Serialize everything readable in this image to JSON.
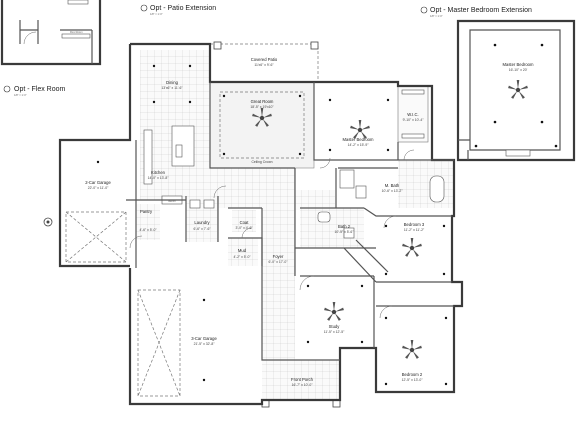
{
  "titles": {
    "patio": "Opt - Patio Extension",
    "master": "Opt - Master Bedroom Extension",
    "flex": "Opt - Flex Room",
    "scale": "1/8\" = 1'-0\""
  },
  "rooms": {
    "covered_patio": {
      "name": "Covered Patio",
      "dim": "11'x6\" x 9'-6\""
    },
    "dining": {
      "name": "Dining",
      "dim": "13'x6\" x 11'-6\""
    },
    "great_room": {
      "name": "Great Room",
      "dim": "18'-5\" x 19'x10\""
    },
    "master_bedroom": {
      "name": "Master Bedroom",
      "dim": "14'-2\" x 15'-9\""
    },
    "master_ext": {
      "name": "Master Bedroom",
      "dim": "16'-10\" x 20'"
    },
    "wic": {
      "name": "W.I.C.",
      "dim": "9'-10\" x 10'-4\""
    },
    "kitchen": {
      "name": "Kitchen",
      "dim": "14'-0\" x 13'-8\""
    },
    "garage_2": {
      "name": "2-Car Garage",
      "dim": "22'-0\" x 11'-0\""
    },
    "pantry": {
      "name": "Pantry",
      "dim": "4'-6\" x 5'-0\""
    },
    "laundry": {
      "name": "Laundry",
      "dim": "6'-6\" x 7'-6\""
    },
    "mud": {
      "name": "Mud",
      "dim": "4'-2\" x 5'-0\""
    },
    "coat": {
      "name": "Coat",
      "dim": "3'-0\" x 4'-6\""
    },
    "bath2": {
      "name": "Bath 2",
      "dim": "10'-5\" x 5'-6\""
    },
    "m_bath": {
      "name": "M. Bath",
      "dim": "10'-6\" x 13'-2\""
    },
    "bedroom3": {
      "name": "Bedroom 3",
      "dim": "11'-2\" x 11'-2\""
    },
    "bedroom2": {
      "name": "Bedroom 2",
      "dim": "12'-5\" x 13'-0\""
    },
    "foyer": {
      "name": "Foyer",
      "dim": "6'-0\" x 17'-0\""
    },
    "study": {
      "name": "Study",
      "dim": "11'-5\" x 12'-5\""
    },
    "garage_3": {
      "name": "3-Car Garage",
      "dim": "21'-5\" x 32'-8\""
    },
    "front_porch": {
      "name": "Front Porch",
      "dim": "16'-7\" x 10'-0\""
    },
    "ceiling_note": "Ceiling Crown",
    "flex_label": "Flex Room",
    "bench": "Bench"
  }
}
